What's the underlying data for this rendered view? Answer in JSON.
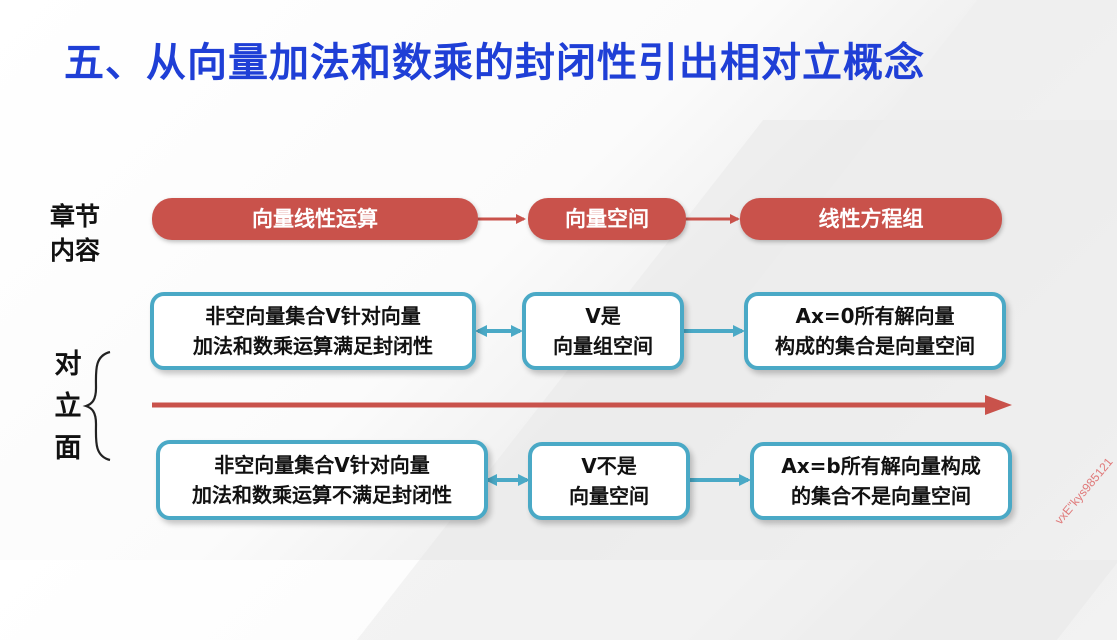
{
  "title": "五、从向量加法和数乘的封闭性引出相对立概念",
  "chapter_label": "章节\n内容",
  "opposite_label": "对\n立\n面",
  "chapter_pills": [
    {
      "label": "向量线性运算"
    },
    {
      "label": "向量空间"
    },
    {
      "label": "线性方程组"
    }
  ],
  "top_row": [
    {
      "text": "非空向量集合V针对向量\n加法和数乘运算满足封闭性"
    },
    {
      "text": "V是\n向量组空间"
    },
    {
      "text": "Ax=0所有解向量\n构成的集合是向量空间"
    }
  ],
  "bottom_row": [
    {
      "text": "非空向量集合V针对向量\n加法和数乘运算不满足封闭性"
    },
    {
      "text": "V不是\n向量空间"
    },
    {
      "text": "Ax=b所有解向量构成\n的集合不是向量空间"
    }
  ],
  "watermark": "vxE\"kys985121",
  "colors": {
    "title": "#1f3fd6",
    "pill": "#c9524b",
    "box_border": "#4aa9c6",
    "main_arrow": "#c9524b"
  }
}
